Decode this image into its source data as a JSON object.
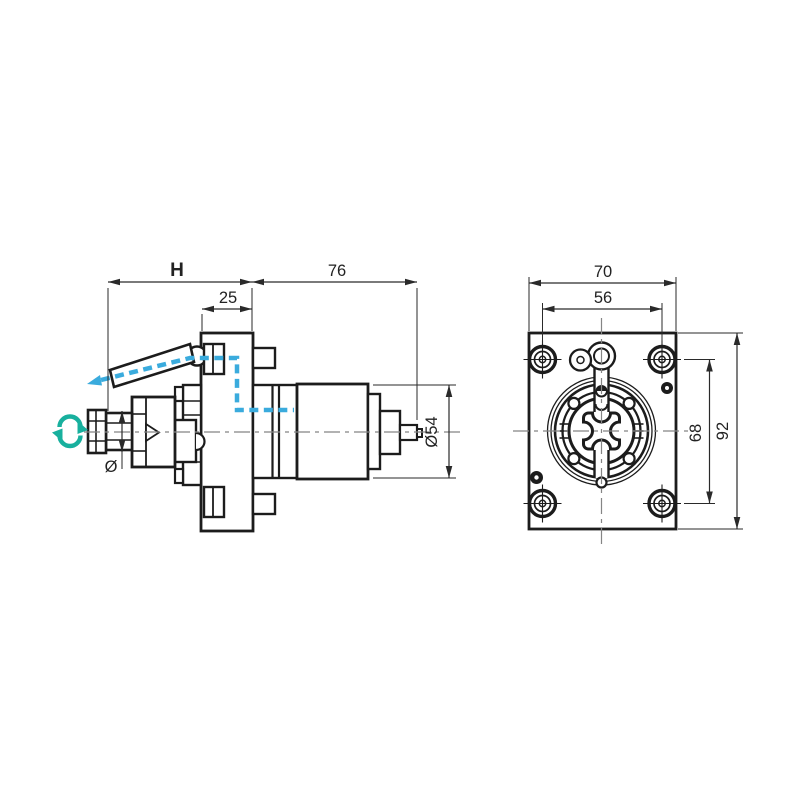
{
  "drawing": {
    "kind": "technical-drawing",
    "description": "Tool holder with clamping lever: side view (left) and mounting-face front view (right)",
    "colors": {
      "line": "#1c1c1c",
      "dimension": "#2a2a2a",
      "centerline": "#858585",
      "coolant": "#3aabdd",
      "rotation": "#18b09e"
    },
    "symbols": {
      "rotation_icon": "spindle-rotation-arrows",
      "coolant_icon": "coolant-flow-dashed-arrow"
    }
  },
  "views": {
    "side_view": {
      "label": "side-view",
      "dims": {
        "h": "H",
        "length_76": "76",
        "flange_25": "25",
        "dia_54": "Ø54",
        "bore_dia": "Ø"
      }
    },
    "front_view": {
      "label": "front-view",
      "dims": {
        "width_70": "70",
        "bolt_spacing_56": "56",
        "bolt_spacing_68": "68",
        "height_92": "92"
      }
    }
  }
}
